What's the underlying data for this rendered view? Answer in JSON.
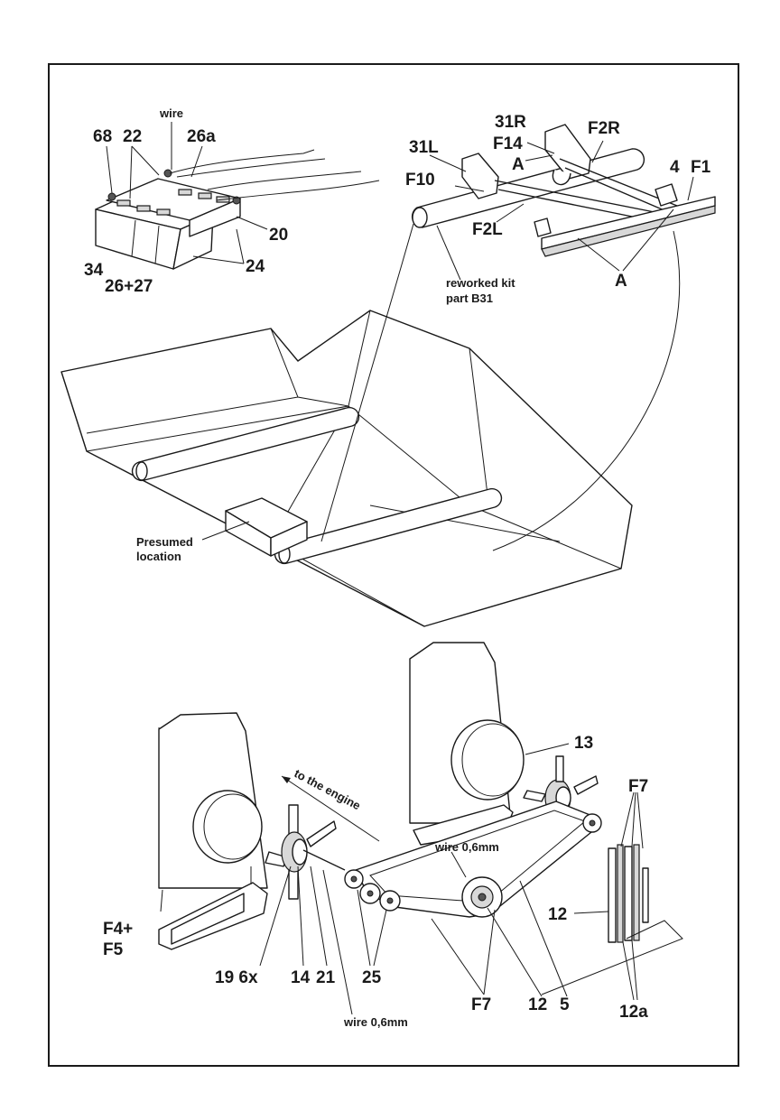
{
  "labels": {
    "wire_top": "wire",
    "l68": "68",
    "l22": "22",
    "l26a": "26a",
    "l20": "20",
    "l34": "34",
    "l26_27": "26+27",
    "l24": "24",
    "l31R": "31R",
    "lF2R": "F2R",
    "lF14": "F14",
    "l31L": "31L",
    "lA_top": "A",
    "l4": "4",
    "lF1": "F1",
    "lF10": "F10",
    "lF2L": "F2L",
    "lA_bottom": "A",
    "reworked": "reworked kit",
    "partB31": "part B31",
    "presumed": "Presumed",
    "location": "location",
    "l13": "13",
    "to_engine": "to the engine",
    "wire06_top": "wire 0,6mm",
    "lF7_top": "F7",
    "l12_right": "12",
    "lF4": "F4+",
    "lF5": "F5",
    "l19_6x": "19 6x",
    "l14": "14",
    "l21": "21",
    "l25": "25",
    "lF7_bottom": "F7",
    "l12_bottom": "12",
    "l5": "5",
    "l12a": "12a",
    "wire06_bottom": "wire 0,6mm"
  }
}
